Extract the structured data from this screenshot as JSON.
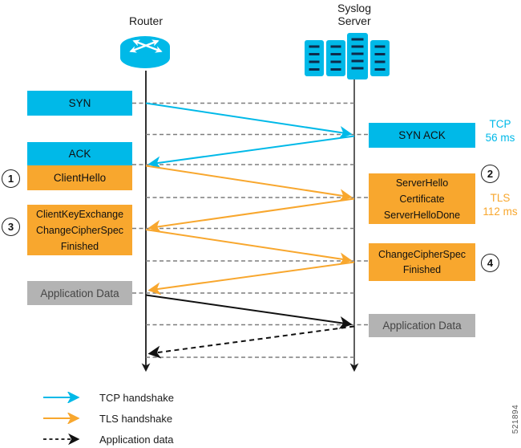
{
  "nodes": {
    "router": "Router",
    "server_line1": "Syslog",
    "server_line2": "Server"
  },
  "boxes": {
    "syn": {
      "label": "SYN"
    },
    "syn_ack": {
      "label": "SYN ACK"
    },
    "ack": {
      "label": "ACK"
    },
    "client_hello": {
      "label": "ClientHello"
    },
    "server_hello": {
      "lines": [
        "ServerHello",
        "Certificate",
        "ServerHelloDone"
      ]
    },
    "client_key_exchange": {
      "lines": [
        "ClientKeyExchange",
        "ChangeCipherSpec",
        "Finished"
      ]
    },
    "change_cipher_spec": {
      "lines": [
        "ChangeCipherSpec",
        "Finished"
      ]
    },
    "app_data_left": {
      "label": "Application Data"
    },
    "app_data_right": {
      "label": "Application Data"
    }
  },
  "steps": {
    "one": "1",
    "two": "2",
    "three": "3",
    "four": "4"
  },
  "timings": {
    "tcp_proto": "TCP",
    "tcp_time": "56 ms",
    "tls_proto": "TLS",
    "tls_time": "112 ms"
  },
  "legend": {
    "tcp": "TCP handshake",
    "tls": "TLS handshake",
    "app_data": "Application data"
  },
  "figure_number": "521894",
  "colors": {
    "cyan": "#00B9E8",
    "orange": "#F8A72E",
    "gray_box": "#B3B3B3",
    "gridline": "#7D7D7D",
    "black": "#1A1A1A"
  }
}
